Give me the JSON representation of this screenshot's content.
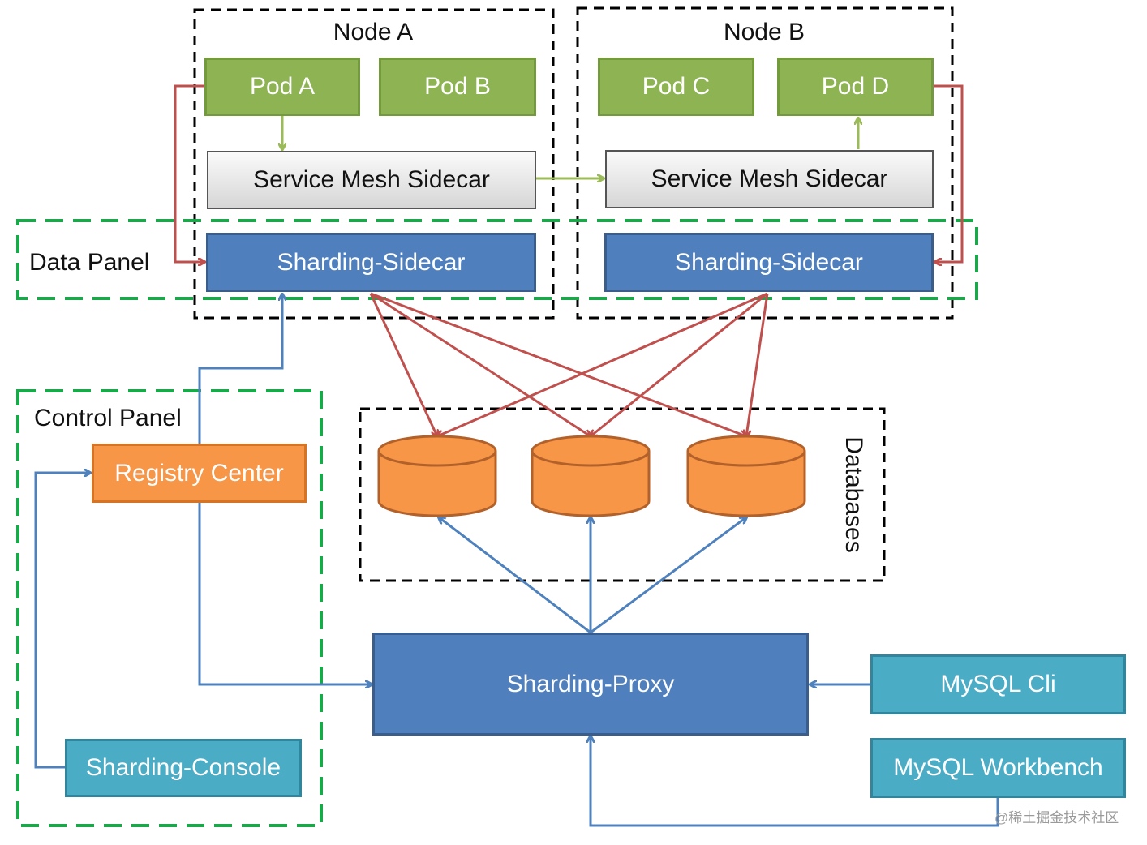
{
  "nodes": {
    "node_a": {
      "title": "Node A",
      "pods": [
        "Pod A",
        "Pod B"
      ],
      "mesh": "Service Mesh Sidecar",
      "sharding": "Sharding-Sidecar"
    },
    "node_b": {
      "title": "Node B",
      "pods": [
        "Pod C",
        "Pod D"
      ],
      "mesh": "Service Mesh Sidecar",
      "sharding": "Sharding-Sidecar"
    }
  },
  "panels": {
    "data_panel": "Data Panel",
    "control_panel": "Control Panel"
  },
  "control": {
    "registry": "Registry Center",
    "console": "Sharding-Console"
  },
  "databases": {
    "label": "Databases",
    "count": 3
  },
  "proxy": {
    "label": "Sharding-Proxy"
  },
  "clients": {
    "cli": "MySQL Cli",
    "workbench": "MySQL Workbench"
  },
  "watermark": "@稀土掘金技术社区",
  "colors": {
    "pod_green": "#8db352",
    "sidecar_blue": "#4f80bd",
    "registry_orange": "#f79646",
    "db_orange": "#f79646",
    "client_teal": "#4bacc6",
    "data_flow_red": "#c0504d",
    "control_flow_blue": "#4f81bd",
    "mesh_flow_green": "#9bbb59",
    "panel_dash_green": "#1aa84a"
  }
}
